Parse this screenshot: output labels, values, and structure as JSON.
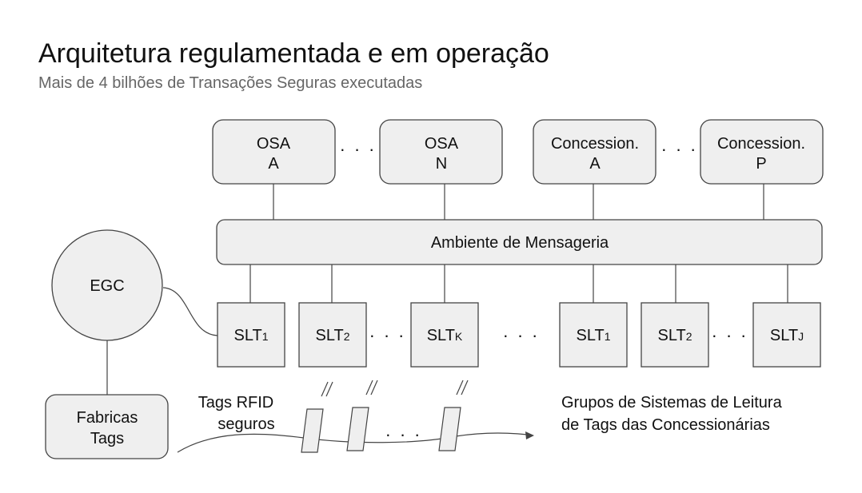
{
  "header": {
    "title": "Arquitetura regulamentada e em operação",
    "subtitle": "Mais de 4 bilhões de Transações Seguras executadas"
  },
  "top_nodes": [
    {
      "line1": "OSA",
      "line2": "A"
    },
    {
      "line1": "OSA",
      "line2": "N"
    },
    {
      "line1": "Concession.",
      "line2": "A"
    },
    {
      "line1": "Concession.",
      "line2": "P"
    }
  ],
  "bus": {
    "label": "Ambiente de Mensageria"
  },
  "egc": {
    "label": "EGC"
  },
  "factory": {
    "line1": "Fabricas",
    "line2": "Tags"
  },
  "slt_nodes": [
    {
      "base": "SLT",
      "sub": "1"
    },
    {
      "base": "SLT",
      "sub": "2"
    },
    {
      "base": "SLT",
      "sub": "K"
    },
    {
      "base": "SLT",
      "sub": "1"
    },
    {
      "base": "SLT",
      "sub": "2"
    },
    {
      "base": "SLT",
      "sub": "J"
    }
  ],
  "tags": {
    "line1": "Tags RFID",
    "line2": "seguros"
  },
  "groups": {
    "line1": "Grupos de Sistemas de Leitura",
    "line2": "de Tags das Concessionárias"
  },
  "ellipsis": ". . ."
}
